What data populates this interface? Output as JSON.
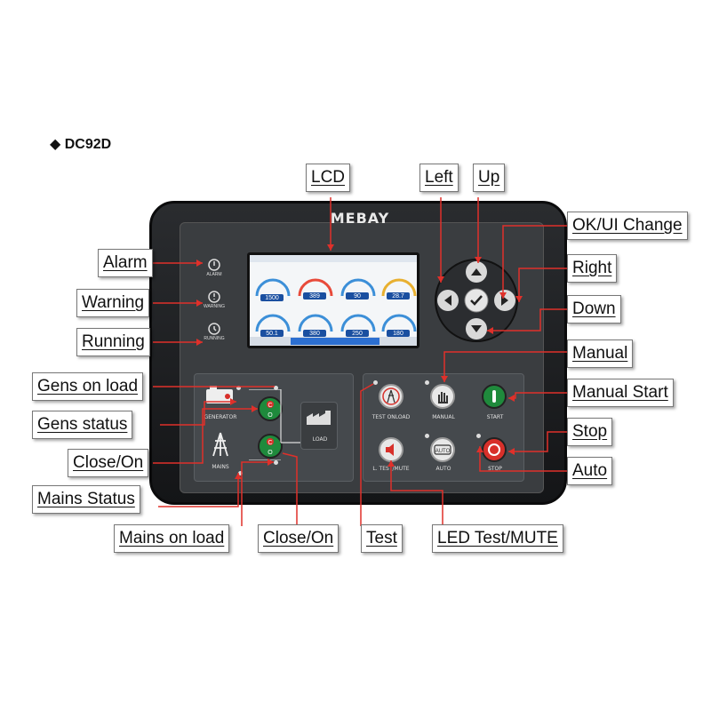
{
  "title": "◆ DC92D",
  "brand": "MEBAY",
  "callouts": {
    "lcd": "LCD",
    "left": "Left",
    "up": "Up",
    "ok": "OK/UI Change",
    "right": "Right",
    "down": "Down",
    "alarm": "Alarm",
    "warning": "Warning",
    "running": "Running",
    "manual": "Manual",
    "manual_start": "Manual Start",
    "stop": "Stop",
    "auto": "Auto",
    "gens_on_load": "Gens on load",
    "gens_status": "Gens status",
    "close_on_left": "Close/On",
    "mains_status": "Mains Status",
    "mains_on_load": "Mains on load",
    "close_on_bottom": "Close/On",
    "test": "Test",
    "led_test_mute": "LED Test/MUTE"
  },
  "panel_labels": {
    "alarm": "ALARM",
    "warning": "WARNING",
    "running": "RUNNING",
    "generator": "GENERATOR",
    "mains": "MAINS",
    "load": "LOAD",
    "test_onload": "TEST ONLOAD",
    "manual": "MANUAL",
    "start": "START",
    "l_test_mute": "L. TEST/MUTE",
    "auto": "AUTO",
    "stop": "STOP",
    "auto_icon": "AUTO"
  },
  "lcd_readings": {
    "r1": "1500",
    "r2": "389",
    "r3": "90",
    "r4": "28.7",
    "r5": "50.1",
    "r6": "380",
    "r7": "250",
    "r8": "180"
  },
  "colors": {
    "red_line": "#e0302a",
    "green_btn": "#2aa84a",
    "red_btn": "#d8302a"
  }
}
